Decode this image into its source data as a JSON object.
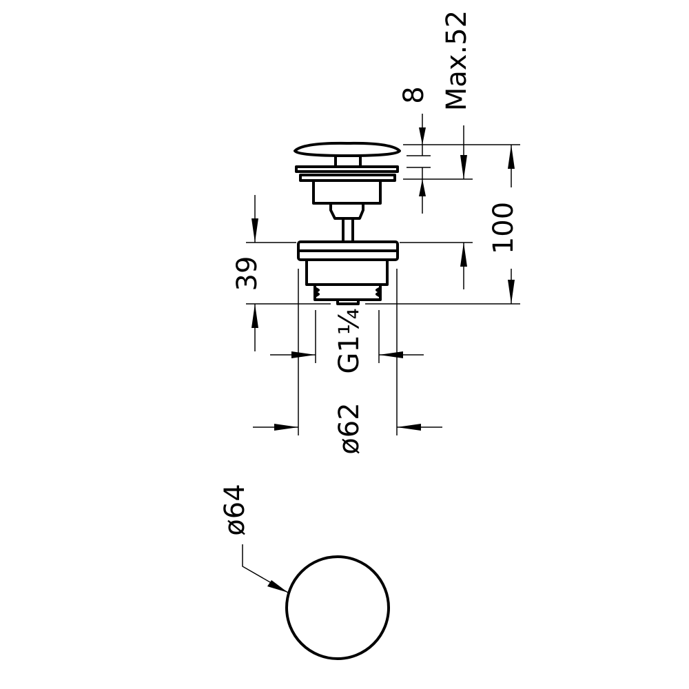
{
  "labels": {
    "stroke_dim": "8",
    "max_height": "Max.52",
    "total_height": "100",
    "lower_height": "39",
    "thread": "G1¼",
    "flange_diameter": "ø62",
    "cap_diameter": "ø64"
  },
  "colors": {
    "line": "#000000",
    "background": "#ffffff"
  }
}
